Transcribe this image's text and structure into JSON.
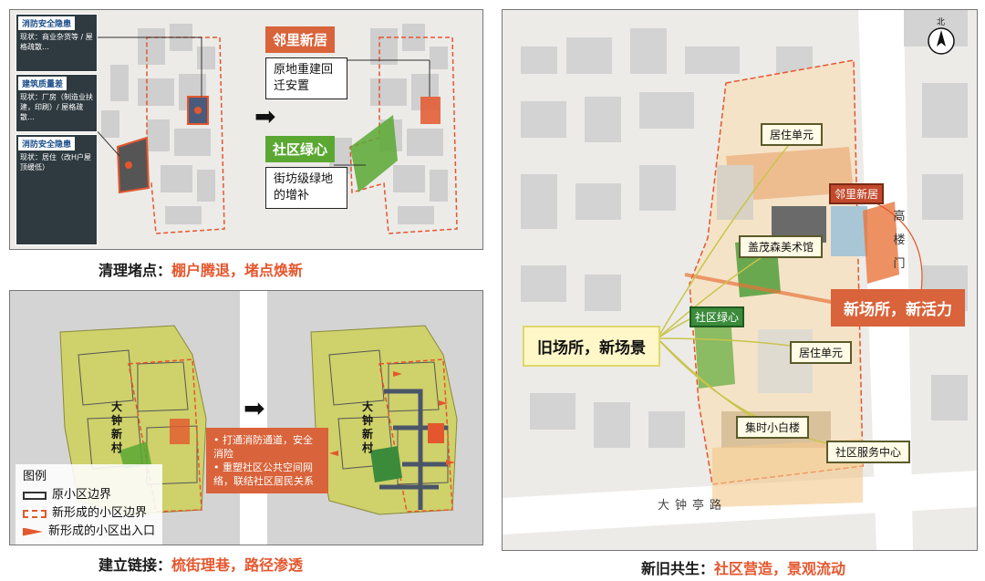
{
  "top_panel": {
    "insets": [
      {
        "header": "消防安全隐患",
        "text": "现状：商业杂货等 / 屋格疏散…"
      },
      {
        "header": "建筑质量差",
        "text": "现状：厂房（制造业扶建，印刷）/ 屋格疏散…"
      },
      {
        "header": "消防安全隐患",
        "text": "现状：居住（改H户屋顶缓低）"
      }
    ],
    "tag_neighbor": "邻里新居",
    "note_neighbor": "原地重建回迁安置",
    "tag_green": "社区绿心",
    "note_green": "街坊级绿地的增补",
    "arrow": "➡"
  },
  "caption_top": {
    "lead": "清理堵点：",
    "highlight": "棚户腾退，堵点焕新"
  },
  "bottom_panel": {
    "village": "大钟新村",
    "arrow": "➡",
    "bullets": [
      "打通消防通道，安全消险",
      "重塑社区公共空间网络，联结社区居民关系"
    ],
    "legend": {
      "title": "图例",
      "items": [
        "原小区边界",
        "新形成的小区边界",
        "新形成的小区出入口"
      ]
    }
  },
  "caption_bottom": {
    "lead": "建立链接：",
    "highlight": "梳街理巷，路径渗透"
  },
  "right_panel": {
    "compass": "北",
    "labels": {
      "residential_top": "居住单元",
      "neighbor": "邻里新居",
      "museum": "盖茂森美术馆",
      "green": "社区绿心",
      "residential_mid": "居住单元",
      "baishi": "集时小白楼",
      "service": "社区服务中心"
    },
    "box_left": "旧场所，新场景",
    "box_right": "新场所，新活力",
    "road_h": "大钟亭路",
    "road_v": "高楼门"
  },
  "caption_right": {
    "lead": "新旧共生：",
    "highlight": "社区营造，景观流动"
  },
  "colors": {
    "accent": "#e4572e",
    "green": "#3b8b3b",
    "orange": "#d9633a"
  }
}
